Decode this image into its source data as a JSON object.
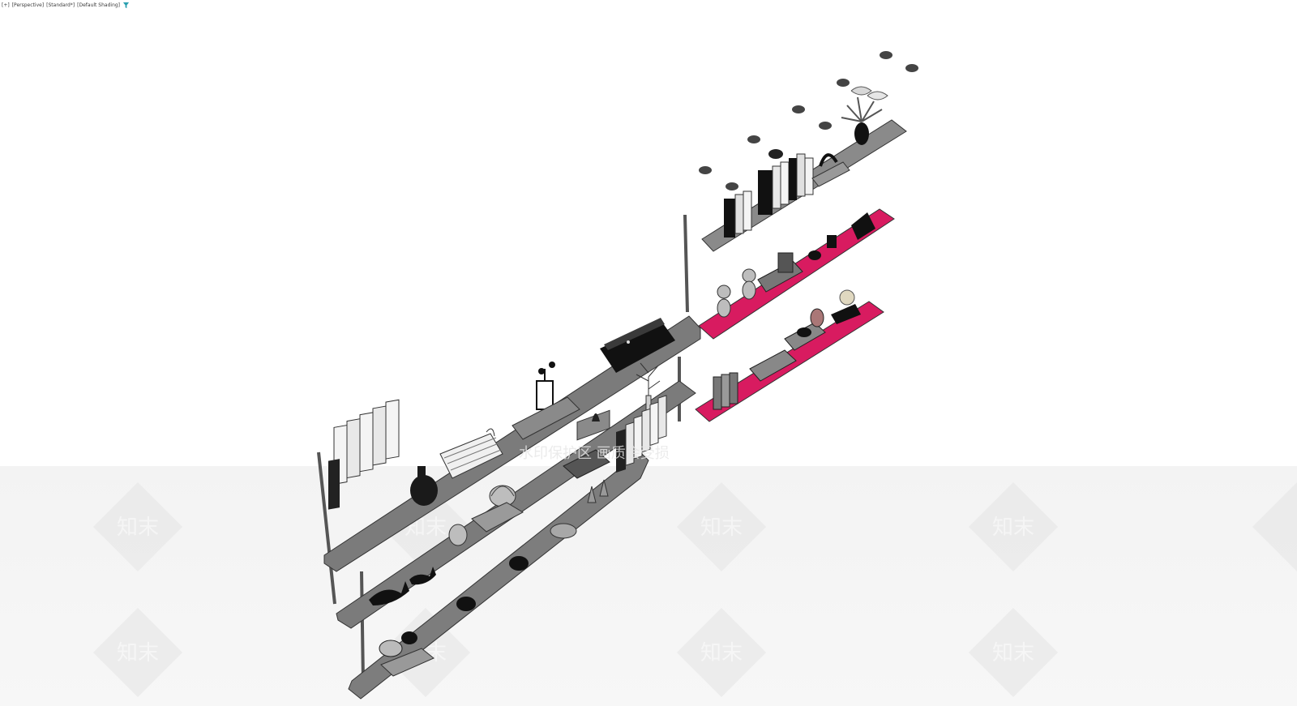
{
  "viewport": {
    "labels": [
      "[+]",
      "[Perspective]",
      "[Standard*]",
      "[Default Shading]"
    ],
    "filter_icon": "filter-icon",
    "filter_color": "#2aa0b0"
  },
  "scene": {
    "shelf_gray": "#7b7b7b",
    "shelf_magenta": "#d81b60",
    "floor_color": "#f4f4f4"
  },
  "watermark": {
    "logo_text": "知末",
    "banner_text": "水印保护区 画质会受损"
  }
}
